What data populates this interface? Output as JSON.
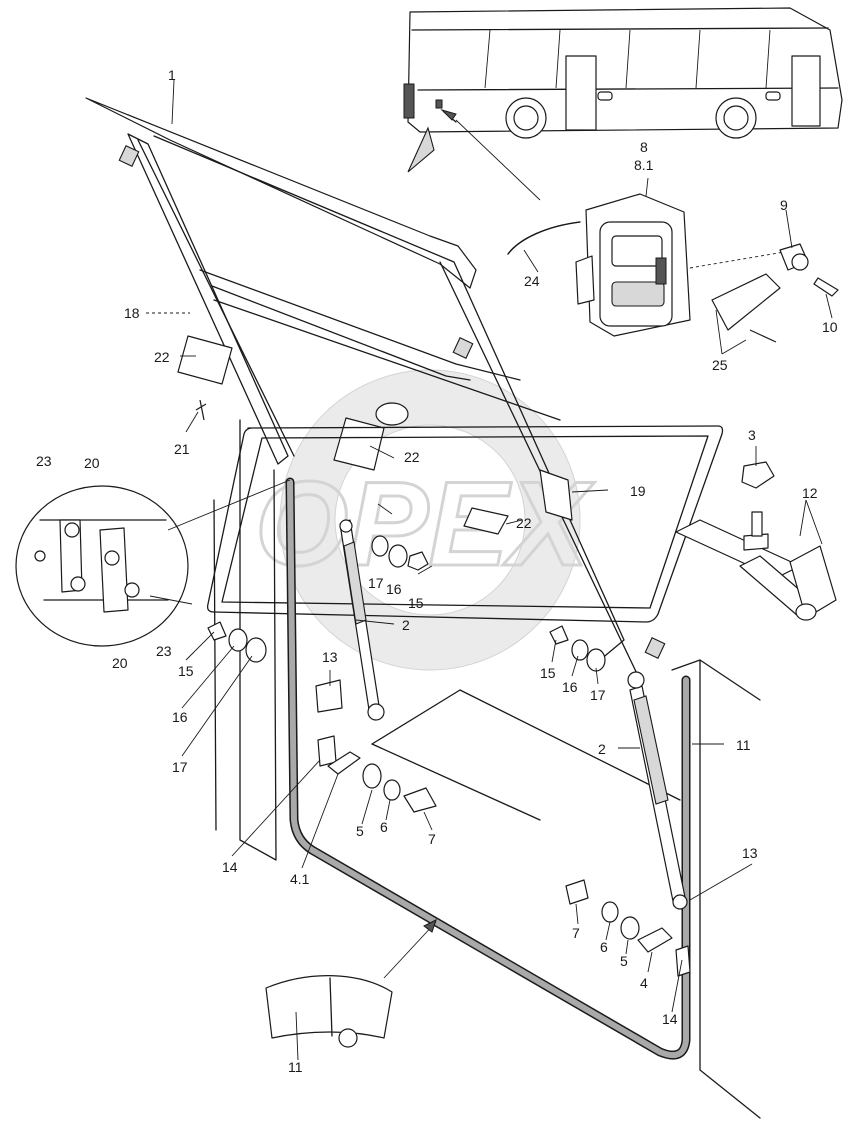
{
  "drawing": {
    "watermark": "OPEX",
    "callouts": [
      {
        "id": "c1",
        "text": "1"
      },
      {
        "id": "c2a",
        "text": "2"
      },
      {
        "id": "c2b",
        "text": "2"
      },
      {
        "id": "c3",
        "text": "3"
      },
      {
        "id": "c4",
        "text": "4"
      },
      {
        "id": "c41",
        "text": "4.1"
      },
      {
        "id": "c5a",
        "text": "5"
      },
      {
        "id": "c5b",
        "text": "5"
      },
      {
        "id": "c6a",
        "text": "6"
      },
      {
        "id": "c6b",
        "text": "6"
      },
      {
        "id": "c7a",
        "text": "7"
      },
      {
        "id": "c7b",
        "text": "7"
      },
      {
        "id": "c8",
        "text": "8"
      },
      {
        "id": "c81",
        "text": "8.1"
      },
      {
        "id": "c9",
        "text": "9"
      },
      {
        "id": "c10",
        "text": "10"
      },
      {
        "id": "c11a",
        "text": "11"
      },
      {
        "id": "c11b",
        "text": "11"
      },
      {
        "id": "c12",
        "text": "12"
      },
      {
        "id": "c13a",
        "text": "13"
      },
      {
        "id": "c13b",
        "text": "13"
      },
      {
        "id": "c14a",
        "text": "14"
      },
      {
        "id": "c14b",
        "text": "14"
      },
      {
        "id": "c15a",
        "text": "15"
      },
      {
        "id": "c15b",
        "text": "15"
      },
      {
        "id": "c15c",
        "text": "15"
      },
      {
        "id": "c16a",
        "text": "16"
      },
      {
        "id": "c16b",
        "text": "16"
      },
      {
        "id": "c16c",
        "text": "16"
      },
      {
        "id": "c17a",
        "text": "17"
      },
      {
        "id": "c17b",
        "text": "17"
      },
      {
        "id": "c17c",
        "text": "17"
      },
      {
        "id": "c18",
        "text": "18"
      },
      {
        "id": "c19",
        "text": "19"
      },
      {
        "id": "c20a",
        "text": "20"
      },
      {
        "id": "c20b",
        "text": "20"
      },
      {
        "id": "c21",
        "text": "21"
      },
      {
        "id": "c22a",
        "text": "22"
      },
      {
        "id": "c22b",
        "text": "22"
      },
      {
        "id": "c22c",
        "text": "22"
      },
      {
        "id": "c23a",
        "text": "23"
      },
      {
        "id": "c23b",
        "text": "23"
      },
      {
        "id": "c24",
        "text": "24"
      },
      {
        "id": "c25",
        "text": "25"
      }
    ]
  }
}
